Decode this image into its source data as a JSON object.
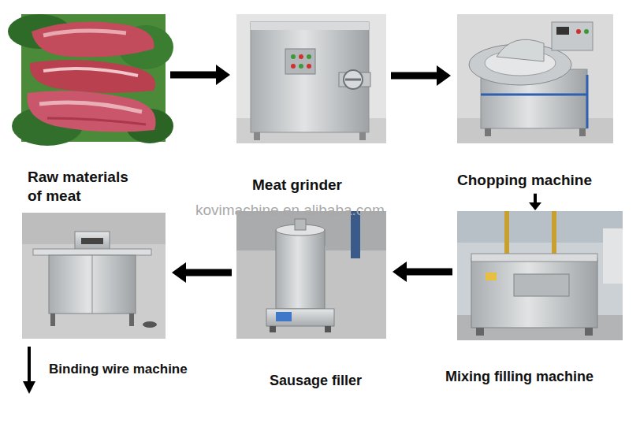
{
  "diagram": {
    "nodes": [
      {
        "text": [
          "Raw materials of meat"
        ]
      },
      {
        "text": [
          "Meat grinder"
        ]
      },
      {
        "text": [
          "Chopping machine"
        ]
      },
      {
        "text": [
          "Mixing filling machine"
        ]
      },
      {
        "text": [
          "Sausage filler"
        ]
      },
      {
        "text": [
          "Binding wire machine"
        ]
      }
    ],
    "edges": [
      {
        "from": 0,
        "to": 1,
        "arrow": "to"
      },
      {
        "from": 1,
        "to": 2,
        "arrow": "to"
      },
      {
        "from": 2,
        "to": 3,
        "arrow": "to"
      },
      {
        "from": 3,
        "to": 4,
        "arrow": "to"
      },
      {
        "from": 4,
        "to": 5,
        "arrow": "to"
      }
    ],
    "labels": [
      "kovimachine.en.alibaba.com"
    ]
  }
}
